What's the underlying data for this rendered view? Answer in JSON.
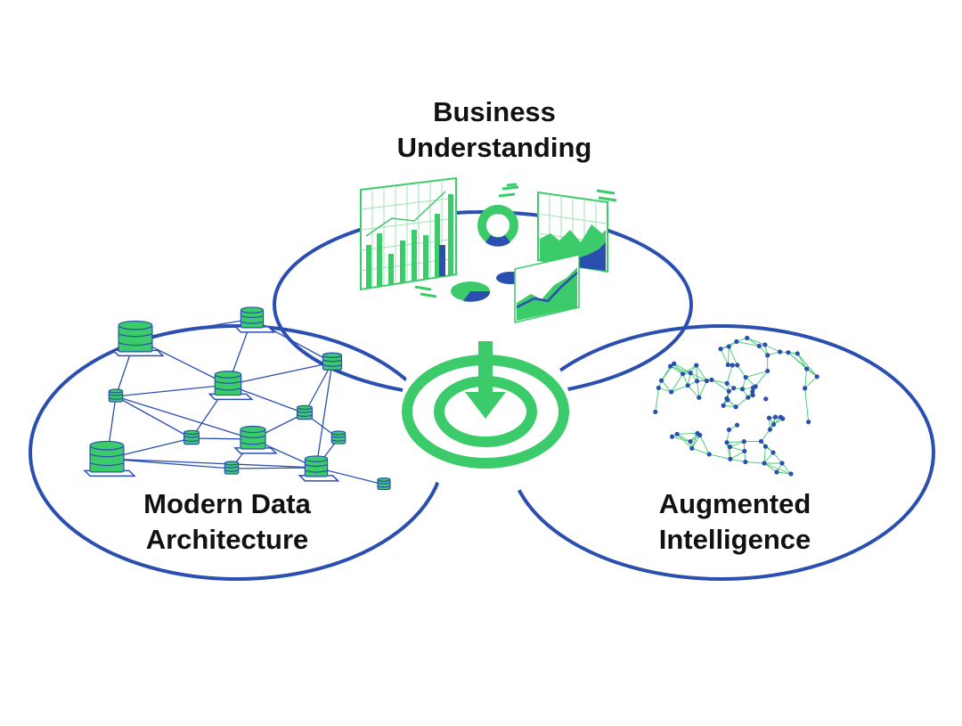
{
  "diagram": {
    "circles": [
      {
        "id": "business",
        "title_lines": [
          "Business",
          "Understanding"
        ]
      },
      {
        "id": "data",
        "title_lines": [
          "Modern Data",
          "Architecture"
        ]
      },
      {
        "id": "ai",
        "title_lines": [
          "Augmented",
          "Intelligence"
        ]
      }
    ]
  },
  "colors": {
    "outline": "#2a4fb0",
    "accent_green": "#3ccb6a",
    "accent_blue": "#2a4fb0",
    "text": "#111111"
  },
  "icons": {
    "business": "dashboard-charts-icon",
    "data": "database-network-icon",
    "ai": "brain-network-icon",
    "center": "target-arrow-icon"
  }
}
